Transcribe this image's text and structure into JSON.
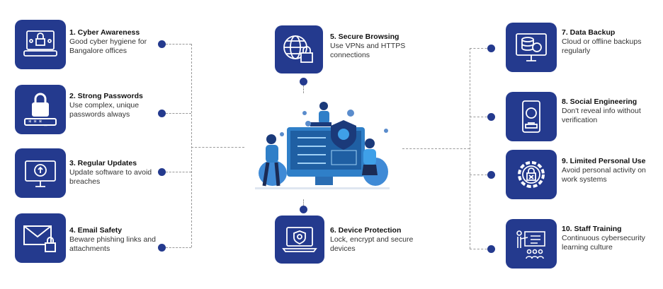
{
  "items": [
    {
      "title": "1. Cyber Awareness",
      "desc": "Good cyber hygiene for Bangalore offices",
      "icon": "laptop-lock-icon"
    },
    {
      "title": "2. Strong Passwords",
      "desc": "Use complex, unique passwords always",
      "icon": "padlock-password-icon"
    },
    {
      "title": "3. Regular Updates",
      "desc": "Update software to avoid breaches",
      "icon": "gear-update-icon"
    },
    {
      "title": "4. Email Safety",
      "desc": "Beware phishing links and attachments",
      "icon": "envelope-lock-icon"
    },
    {
      "title": "5. Secure Browsing",
      "desc": "Use VPNs and HTTPS connections",
      "icon": "globe-lock-icon"
    },
    {
      "title": "6. Device Protection",
      "desc": "Lock, encrypt and secure devices",
      "icon": "laptop-shield-icon"
    },
    {
      "title": "7. Data Backup",
      "desc": "Cloud or offline backups regularly",
      "icon": "database-backup-icon"
    },
    {
      "title": "8. Social Engineering",
      "desc": "Don't reveal info without verification",
      "icon": "phone-hacker-icon"
    },
    {
      "title": "9. Limited Personal Use",
      "desc": "Avoid personal activity on work systems",
      "icon": "gear-lock-icon"
    },
    {
      "title": "10. Staff Training",
      "desc": "Continuous cybersecurity learning culture",
      "icon": "presentation-icon"
    }
  ],
  "colors": {
    "primary": "#243a8e",
    "accent": "#2f7fc8"
  }
}
